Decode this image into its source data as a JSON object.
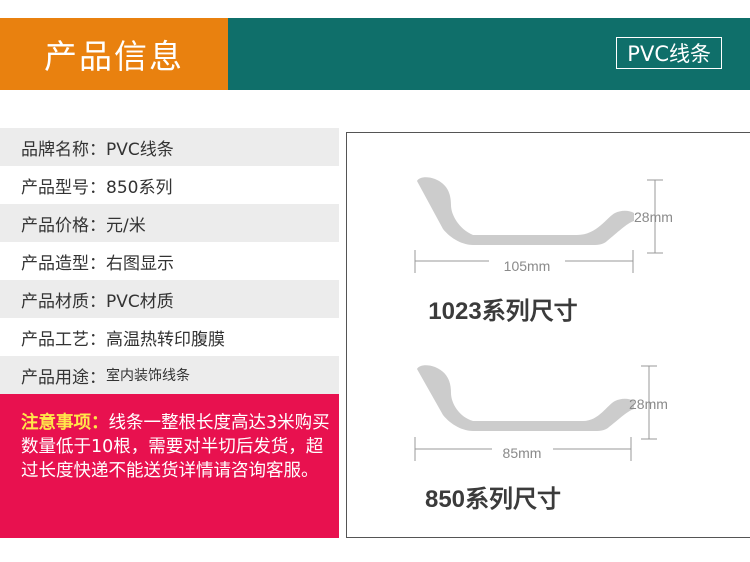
{
  "header": {
    "title": "产品信息",
    "tag": "PVC线条"
  },
  "specs": [
    {
      "label": "品牌名称：",
      "value": "PVC线条"
    },
    {
      "label": "产品型号：",
      "value": "850系列"
    },
    {
      "label": "产品价格：",
      "value": "元/米"
    },
    {
      "label": "产品造型：",
      "value": "右图显示"
    },
    {
      "label": "产品材质：",
      "value": "PVC材质"
    },
    {
      "label": "产品工艺：",
      "value": "高温热转印腹膜"
    },
    {
      "label": "产品用途：",
      "value": "室内装饰线条"
    }
  ],
  "notice": {
    "title": "注意事项：",
    "text": "线条一整根长度高达3米购买数量低于10根，需要对半切后发货，超过长度快递不能送货详情请咨询客服。"
  },
  "diagrams": [
    {
      "width_label": "105mm",
      "height_label": "28mm",
      "caption": "1023系列尺寸"
    },
    {
      "width_label": "85mm",
      "height_label": "28mm",
      "caption": "850系列尺寸"
    }
  ],
  "colors": {
    "header_orange": "#e9810f",
    "header_teal": "#0f6f6a",
    "notice_bg": "#e8114f",
    "notice_title": "#ffe84a",
    "profile_gray": "#cccccc"
  }
}
